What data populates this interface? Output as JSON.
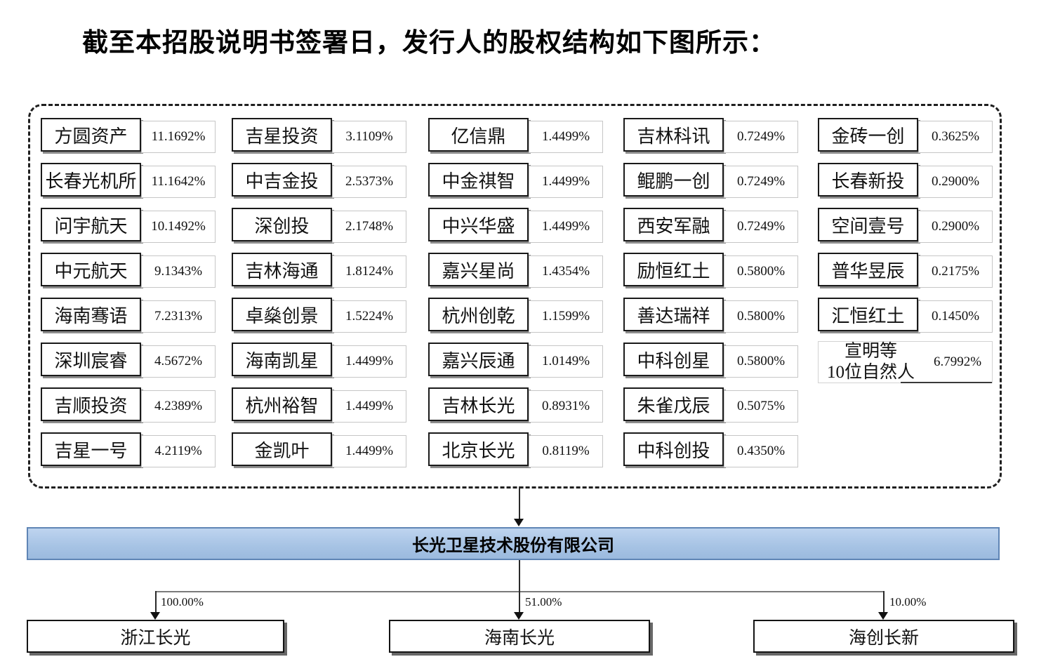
{
  "page": {
    "title": "截至本招股说明书签署日，发行人的股权结构如下图所示："
  },
  "diagram": {
    "shareholder_columns": [
      {
        "items": [
          {
            "name": "方圆资产",
            "pct": "11.1692%"
          },
          {
            "name": "长春光机所",
            "pct": "11.1642%"
          },
          {
            "name": "问宇航天",
            "pct": "10.1492%"
          },
          {
            "name": "中元航天",
            "pct": "9.1343%"
          },
          {
            "name": "海南骞语",
            "pct": "7.2313%"
          },
          {
            "name": "深圳宸睿",
            "pct": "4.5672%"
          },
          {
            "name": "吉顺投资",
            "pct": "4.2389%"
          },
          {
            "name": "吉星一号",
            "pct": "4.2119%"
          }
        ]
      },
      {
        "items": [
          {
            "name": "吉星投资",
            "pct": "3.1109%"
          },
          {
            "name": "中吉金投",
            "pct": "2.5373%"
          },
          {
            "name": "深创投",
            "pct": "2.1748%"
          },
          {
            "name": "吉林海通",
            "pct": "1.8124%"
          },
          {
            "name": "卓燊创景",
            "pct": "1.5224%"
          },
          {
            "name": "海南凯星",
            "pct": "1.4499%"
          },
          {
            "name": "杭州裕智",
            "pct": "1.4499%"
          },
          {
            "name": "金凯叶",
            "pct": "1.4499%"
          }
        ]
      },
      {
        "items": [
          {
            "name": "亿信鼎",
            "pct": "1.4499%"
          },
          {
            "name": "中金祺智",
            "pct": "1.4499%"
          },
          {
            "name": "中兴华盛",
            "pct": "1.4499%"
          },
          {
            "name": "嘉兴星尚",
            "pct": "1.4354%"
          },
          {
            "name": "杭州创乾",
            "pct": "1.1599%"
          },
          {
            "name": "嘉兴辰通",
            "pct": "1.0149%"
          },
          {
            "name": "吉林长光",
            "pct": "0.8931%"
          },
          {
            "name": "北京长光",
            "pct": "0.8119%"
          }
        ]
      },
      {
        "items": [
          {
            "name": "吉林科讯",
            "pct": "0.7249%"
          },
          {
            "name": "鲲鹏一创",
            "pct": "0.7249%"
          },
          {
            "name": "西安军融",
            "pct": "0.7249%"
          },
          {
            "name": "励恒红土",
            "pct": "0.5800%"
          },
          {
            "name": "善达瑞祥",
            "pct": "0.5800%"
          },
          {
            "name": "中科创星",
            "pct": "0.5800%"
          },
          {
            "name": "朱雀戊辰",
            "pct": "0.5075%"
          },
          {
            "name": "中科创投",
            "pct": "0.4350%"
          }
        ]
      },
      {
        "items": [
          {
            "name": "金砖一创",
            "pct": "0.3625%"
          },
          {
            "name": "长春新投",
            "pct": "0.2900%"
          },
          {
            "name": "空间壹号",
            "pct": "0.2900%"
          },
          {
            "name": "普华昱辰",
            "pct": "0.2175%"
          },
          {
            "name": "汇恒红土",
            "pct": "0.1450%"
          },
          {
            "lines": [
              "宣明等",
              "10位自然人"
            ],
            "pct": "6.7992%"
          }
        ]
      }
    ],
    "company": {
      "name": "长光卫星技术股份有限公司"
    },
    "subsidiaries": [
      {
        "name": "浙江长光",
        "pct": "100.00%"
      },
      {
        "name": "海南长光",
        "pct": "51.00%"
      },
      {
        "name": "海创长新",
        "pct": "10.00%"
      }
    ],
    "colors": {
      "company_fill": "#a8c4e5",
      "company_border": "#5f85b5",
      "box_border": "#1a1a1a"
    }
  }
}
